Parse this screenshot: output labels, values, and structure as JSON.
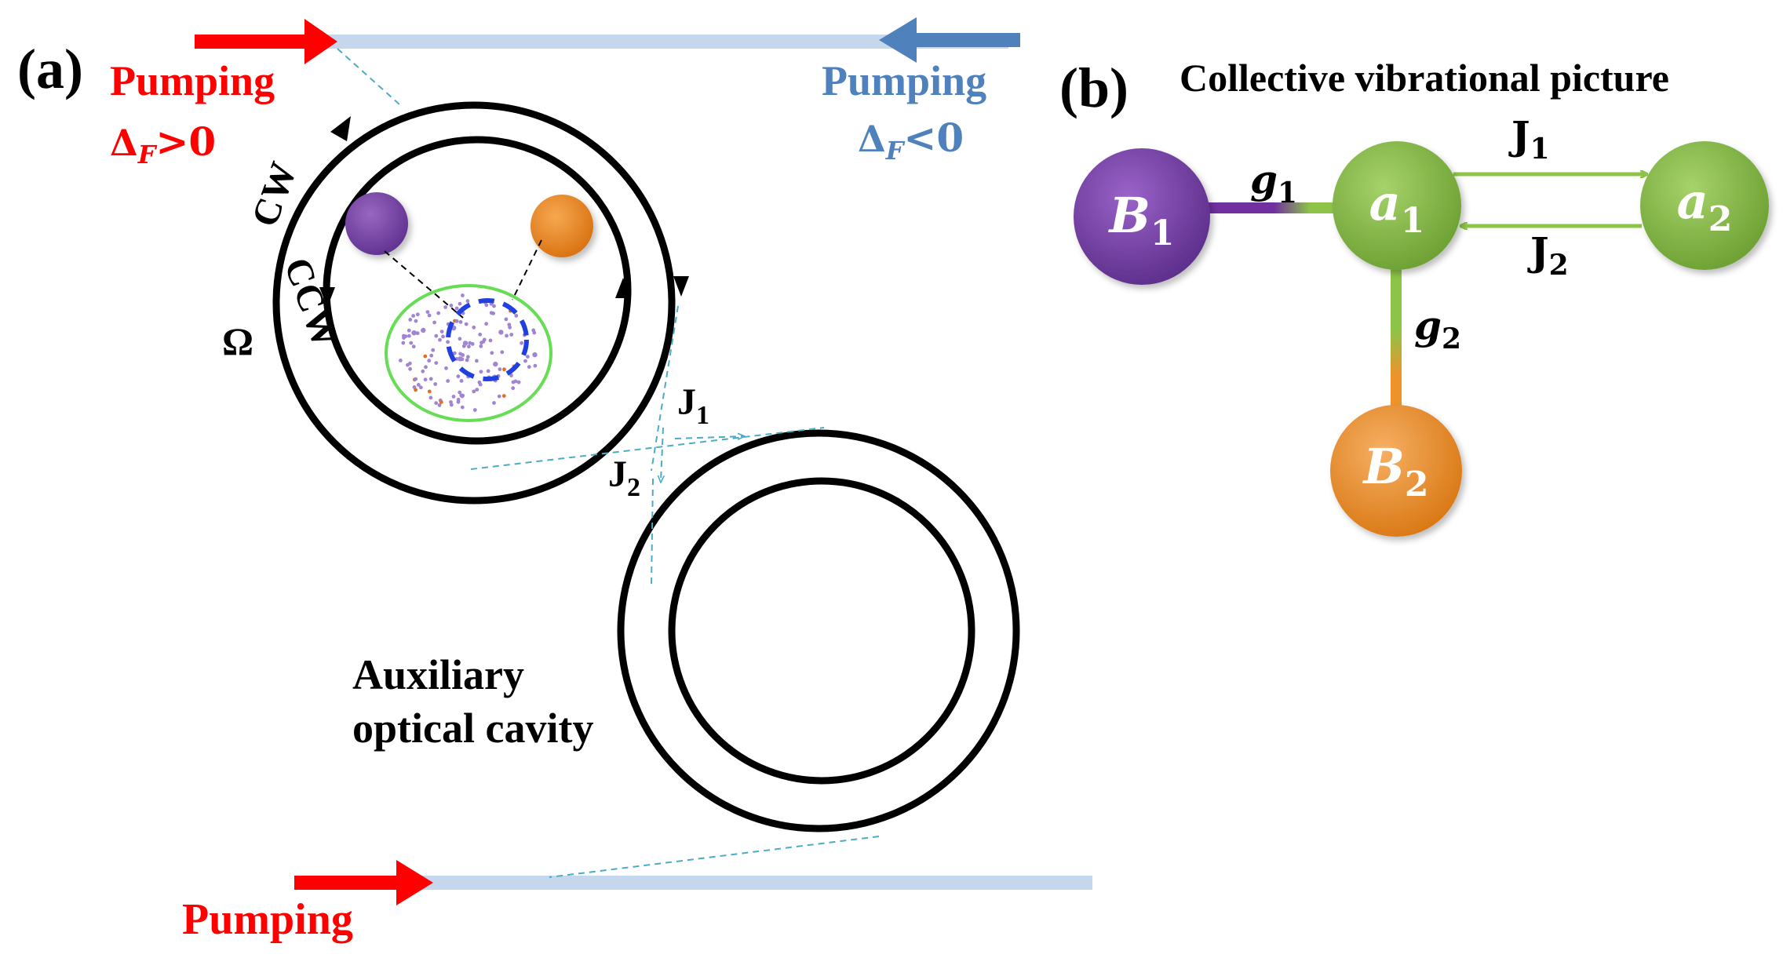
{
  "panel_a": {
    "label": "(a)",
    "pump_left": {
      "word": "Pumping",
      "detuning_symbol": "Δ",
      "detuning_sub": "F",
      "detuning_rel": ">0"
    },
    "pump_right": {
      "word": "Pumping",
      "detuning_symbol": "Δ",
      "detuning_sub": "F",
      "detuning_rel": "<0"
    },
    "pump_bottom": "Pumping",
    "cw_label": "CW",
    "ccw_label": "CCW",
    "omega_label": "Ω",
    "coupling_j1": {
      "base": "J",
      "sub": "1"
    },
    "coupling_j2": {
      "base": "J",
      "sub": "2"
    },
    "aux_cavity_line1": "Auxiliary",
    "aux_cavity_line2": "optical cavity"
  },
  "panel_b": {
    "label": "(b)",
    "title": "Collective vibrational  picture",
    "nodes": {
      "B1": {
        "base": "B",
        "sub": "1"
      },
      "a1": {
        "base": "a",
        "sub": "1"
      },
      "a2": {
        "base": "a",
        "sub": "2"
      },
      "B2": {
        "base": "B",
        "sub": "2"
      }
    },
    "g1": {
      "base": "g",
      "sub": "1"
    },
    "g2": {
      "base": "g",
      "sub": "2"
    },
    "J1": {
      "base": "J",
      "sub": "1"
    },
    "J2": {
      "base": "J",
      "sub": "2"
    }
  },
  "colors": {
    "pump_red": "#ff0000",
    "pump_blue": "#4f81bd",
    "waveguide": "#c6d6ec",
    "purple": "#7030a0",
    "orange": "#f0922a",
    "green": "#8dc448",
    "green_ellipse": "#66dd55",
    "dashed_blue": "#2040e0",
    "coupling_cyan": "#4bacc6"
  }
}
